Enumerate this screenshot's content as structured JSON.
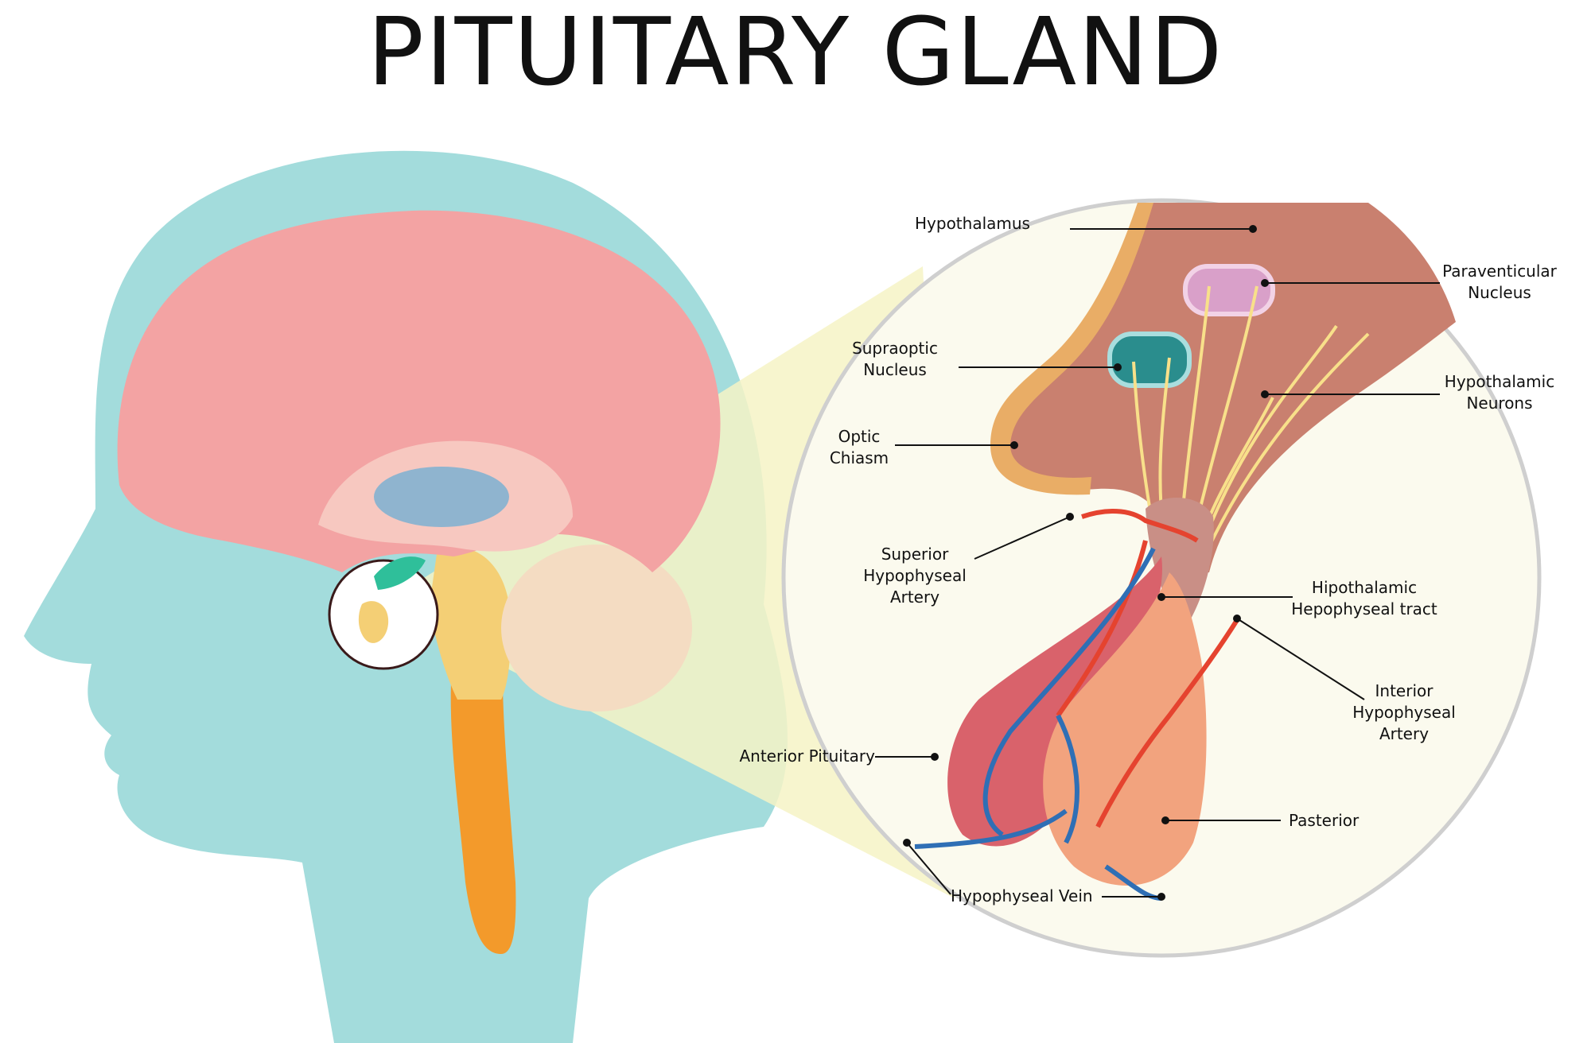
{
  "title": "PITUITARY GLAND",
  "colors": {
    "head": "#a3dcdc",
    "brain": "#f3a3a3",
    "brain_fold": "#e77b7f",
    "cerebellum": "#f4dcc2",
    "brainstem": "#f4cf75",
    "spinal_cord": "#f39a2b",
    "zoom_cone": "#f6f3c6",
    "circle_bg": "#fbfaee",
    "hypothalamus": "#c9806f",
    "artery": "#e5432f",
    "vein": "#2f6fb5",
    "nerve_fibers": "#f8e08a",
    "anterior_lobe": "#d9626b",
    "posterior_lobe": "#f2a37e"
  },
  "labels": {
    "hypothalamus": "Hypothalamus",
    "paraventricular_nucleus": "Paraventicular\nNucleus",
    "supraoptic_nucleus": "Supraoptic\nNucleus",
    "hypothalamic_neurons": "Hypothalamic\nNeurons",
    "optic_chiasm": "Optic\nChiasm",
    "superior_hypophyseal_artery": "Superior\nHypophyseal\nArtery",
    "hipothalamic_hepophyseal_tract": "Hipothalamic\nHepophyseal tract",
    "interior_hypophyseal_artery": "Interior\nHypophyseal\nArtery",
    "anterior_pituitary": "Anterior Pituitary",
    "pasterior": "Pasterior",
    "hypophyseal_vein": "Hypophyseal Vein"
  }
}
